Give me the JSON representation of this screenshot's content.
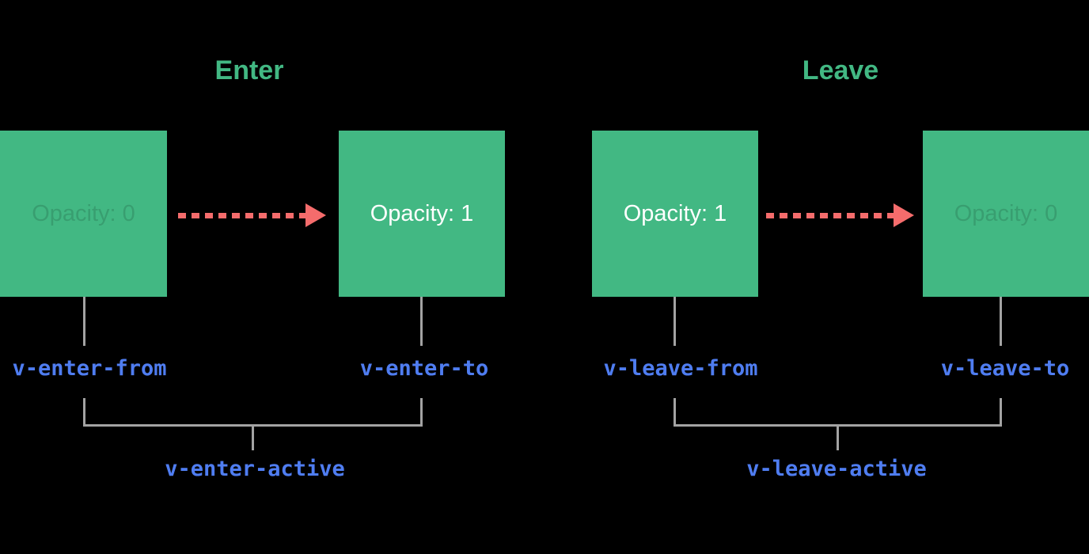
{
  "colors": {
    "bg": "#000000",
    "green": "#42b883",
    "white": "#ffffff",
    "faint": "rgba(0,0,0,0.14)",
    "salmon": "#f56c6c",
    "line": "#a3a3a3",
    "blue": "#4f7df1"
  },
  "sections": [
    {
      "title": "Enter",
      "from_box": {
        "label": "Opacity: 0",
        "state": "faint"
      },
      "to_box": {
        "label": "Opacity: 1",
        "state": "visible"
      },
      "arrow_icon": "dashed-arrow-right",
      "from_class": "v-enter-from",
      "to_class": "v-enter-to",
      "active_class": "v-enter-active"
    },
    {
      "title": "Leave",
      "from_box": {
        "label": "Opacity: 1",
        "state": "visible"
      },
      "to_box": {
        "label": "Opacity: 0",
        "state": "faint"
      },
      "arrow_icon": "dashed-arrow-right",
      "from_class": "v-leave-from",
      "to_class": "v-leave-to",
      "active_class": "v-leave-active"
    }
  ]
}
